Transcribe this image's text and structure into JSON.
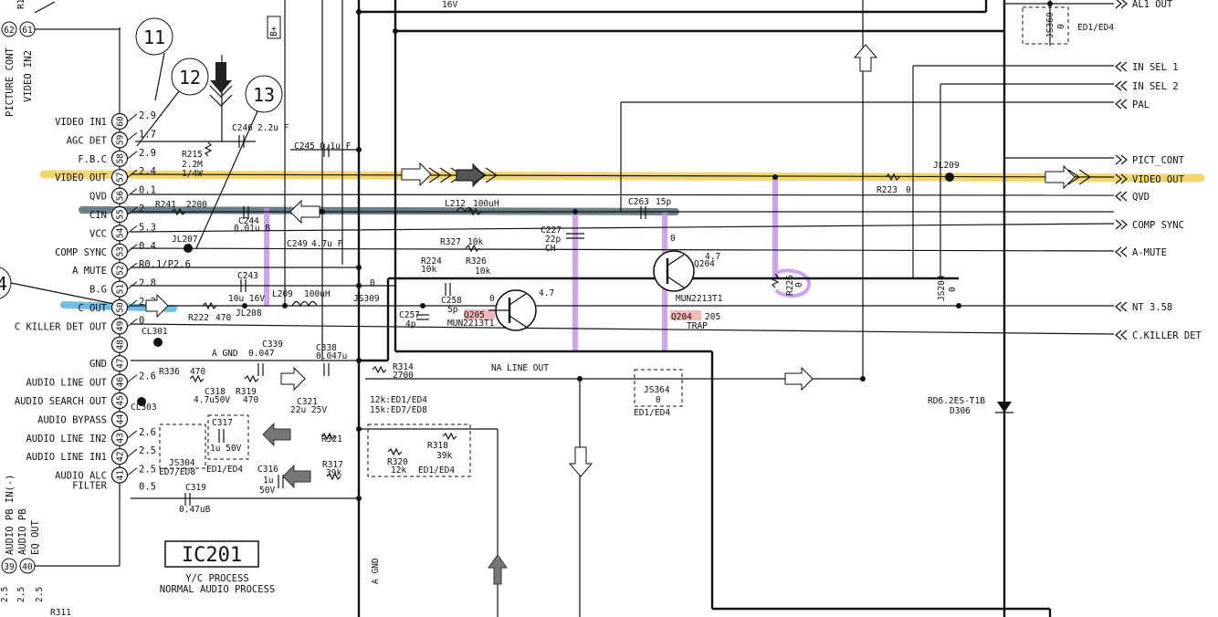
{
  "ic": {
    "name": "IC201",
    "desc_line1": "Y/C PROCESS",
    "desc_line2": "NORMAL AUDIO PROCESS"
  },
  "top_pins": {
    "p62": "62",
    "p61": "61",
    "label1": "PICTURE CONT",
    "label2": "VIDEO IN2",
    "label3": "R1"
  },
  "bottom_pins": {
    "p39": "39",
    "p40": "40",
    "label1": "AUDIO PB IN(-)",
    "label2": "AUDIO PB",
    "label3": "EQ OUT",
    "v1": "2.5",
    "v2": "2.5",
    "v3": "2.5"
  },
  "callouts": [
    "11",
    "12",
    "13",
    "4"
  ],
  "pins": [
    {
      "num": "60",
      "label": "VIDEO IN1",
      "volt": "2.9"
    },
    {
      "num": "59",
      "label": "AGC DET",
      "volt": "1.7"
    },
    {
      "num": "58",
      "label": "F.B.C",
      "volt": "2.9"
    },
    {
      "num": "57",
      "label": "VIDEO OUT",
      "volt": "2.4"
    },
    {
      "num": "56",
      "label": "QVD",
      "volt": "0.1"
    },
    {
      "num": "55",
      "label": "CIN",
      "volt": "2"
    },
    {
      "num": "54",
      "label": "VCC",
      "volt": "5.3"
    },
    {
      "num": "53",
      "label": "COMP SYNC",
      "volt": "0.4"
    },
    {
      "num": "52",
      "label": "A MUTE",
      "volt": "R0.1/P2.6"
    },
    {
      "num": "51",
      "label": "B.G",
      "volt": "2.8"
    },
    {
      "num": "50",
      "label": "C OUT",
      "volt": "2.2"
    },
    {
      "num": "49",
      "label": "C KILLER DET OUT",
      "volt": "0"
    },
    {
      "num": "48",
      "label": "",
      "volt": ""
    },
    {
      "num": "47",
      "label": "GND",
      "volt": ""
    },
    {
      "num": "46",
      "label": "AUDIO LINE OUT",
      "volt": "2.6"
    },
    {
      "num": "45",
      "label": "AUDIO SEARCH OUT",
      "volt": ""
    },
    {
      "num": "44",
      "label": "AUDIO BYPASS",
      "volt": ""
    },
    {
      "num": "43",
      "label": "AUDIO LINE IN2",
      "volt": "2.6"
    },
    {
      "num": "42",
      "label": "AUDIO LINE IN1",
      "volt": "2.5"
    },
    {
      "num": "41",
      "label": "AUDIO ALC",
      "volt": "2.5"
    }
  ],
  "pin41_extra": {
    "label2": "FILTER",
    "volt2": "0.5"
  },
  "components": {
    "c246": "C246",
    "c246v": "2.2u F",
    "r215": "R215",
    "r215v1": "2.2M",
    "r215v2": "1/4W",
    "c245": "C245",
    "c245v": "0.1u F",
    "r241": "R241",
    "r241v": "2200",
    "c244": "C244",
    "c244v": "0.01u B",
    "c249": "C249",
    "c249v": "4.7u F",
    "jl207": "JL207",
    "c243": "C243",
    "c243v": "10u 16V",
    "l209": "L209",
    "l209v": "100uH",
    "js309": "JS309",
    "js309v": "0",
    "r222": "R222",
    "r222v": "470",
    "jl208": "JL208",
    "cl301": "CL301",
    "c339": "C339",
    "c339v": "0.047",
    "c338": "C338",
    "c338v": "0.047u",
    "agnd": "A GND",
    "r336": "R336",
    "r336v": "470",
    "r314": "R314",
    "r314v": "2700",
    "c318": "C318",
    "c318v": "4.7u50V",
    "r319": "R319",
    "r319v": "470",
    "cl303": "CL303",
    "c321": "C321",
    "c321v": "22u 25V",
    "c317": "C317",
    "c317v": "1u 50V",
    "r321": "R321",
    "js304": "JS304",
    "ed7ed8": "ED7/ED8",
    "ed1ed4": "ED1/ED4",
    "c316": "C316",
    "c316v1": "1u",
    "c316v2": "50V",
    "r317": "R317",
    "r317v": "39k",
    "c319": "C319",
    "c319v": "0.47uB",
    "note1": "12k:ED1/ED4",
    "note2": "15k:ED7/ED8",
    "r320": "R320",
    "r320v": "12k",
    "r318": "R318",
    "r318v": "39k",
    "ed1ed4b": "ED1/ED4",
    "l212": "L212",
    "l212v": "100uH",
    "c263": "C263",
    "c263v": "15p",
    "c227": "C227",
    "c227v1": "22p",
    "c227v2": "CH",
    "r327": "R327",
    "r327v": "10k",
    "r224": "R224",
    "r224v": "10k",
    "r326": "R326",
    "r326v": "10k",
    "c258": "C258",
    "c258v": "5p",
    "c257": "C257",
    "c257v": "4p",
    "q205": "Q205",
    "q205t": "MUN2213T1",
    "q205v0": "0",
    "q205v1": "4.7",
    "q204": "Q204",
    "q204t": "MUN2213T1",
    "q204v0": "0",
    "q204v1": "4.7",
    "q204lbl": "Q204",
    "q205lbl": "205",
    "trap": "TRAP",
    "nalineout": "NA LINE OUT",
    "js364": "JS364",
    "js364v": "0",
    "ed1ed4c": "ED1/ED4",
    "r226": "R226",
    "r226v": "0",
    "js204": "JS204",
    "js204v": "0",
    "jl209": "JL209",
    "r223": "R223",
    "r223v": "0",
    "js360": "JS360",
    "js360v": "0",
    "ed1ed4d": "ED1/ED4",
    "d306": "RD6.2ES-T1B",
    "d306b": "D306",
    "bplus": "B+",
    "v16": "16V",
    "agnd2": "A GND",
    "r311": "R311"
  },
  "connectors": [
    {
      "label": "AL1 OUT",
      "dir": "out"
    },
    {
      "label": "IN SEL 1",
      "dir": "in"
    },
    {
      "label": "IN SEL 2",
      "dir": "in"
    },
    {
      "label": "PAL",
      "dir": "in"
    },
    {
      "label": "PICT_CONT",
      "dir": "out"
    },
    {
      "label": "VIDEO OUT",
      "dir": "out"
    },
    {
      "label": "QVD",
      "dir": "in"
    },
    {
      "label": "COMP SYNC",
      "dir": "out"
    },
    {
      "label": "A-MUTE",
      "dir": "in"
    },
    {
      "label": "NT 3.58",
      "dir": "in"
    },
    {
      "label": "C.KILLER DET",
      "dir": "in"
    }
  ],
  "colors": {
    "yellow_hl": "#f1cf55",
    "blue_hl": "#5bb2dd",
    "grey_hl": "#3a5560",
    "purple": "#c58bf0",
    "red_hl": "#f28b8b"
  }
}
